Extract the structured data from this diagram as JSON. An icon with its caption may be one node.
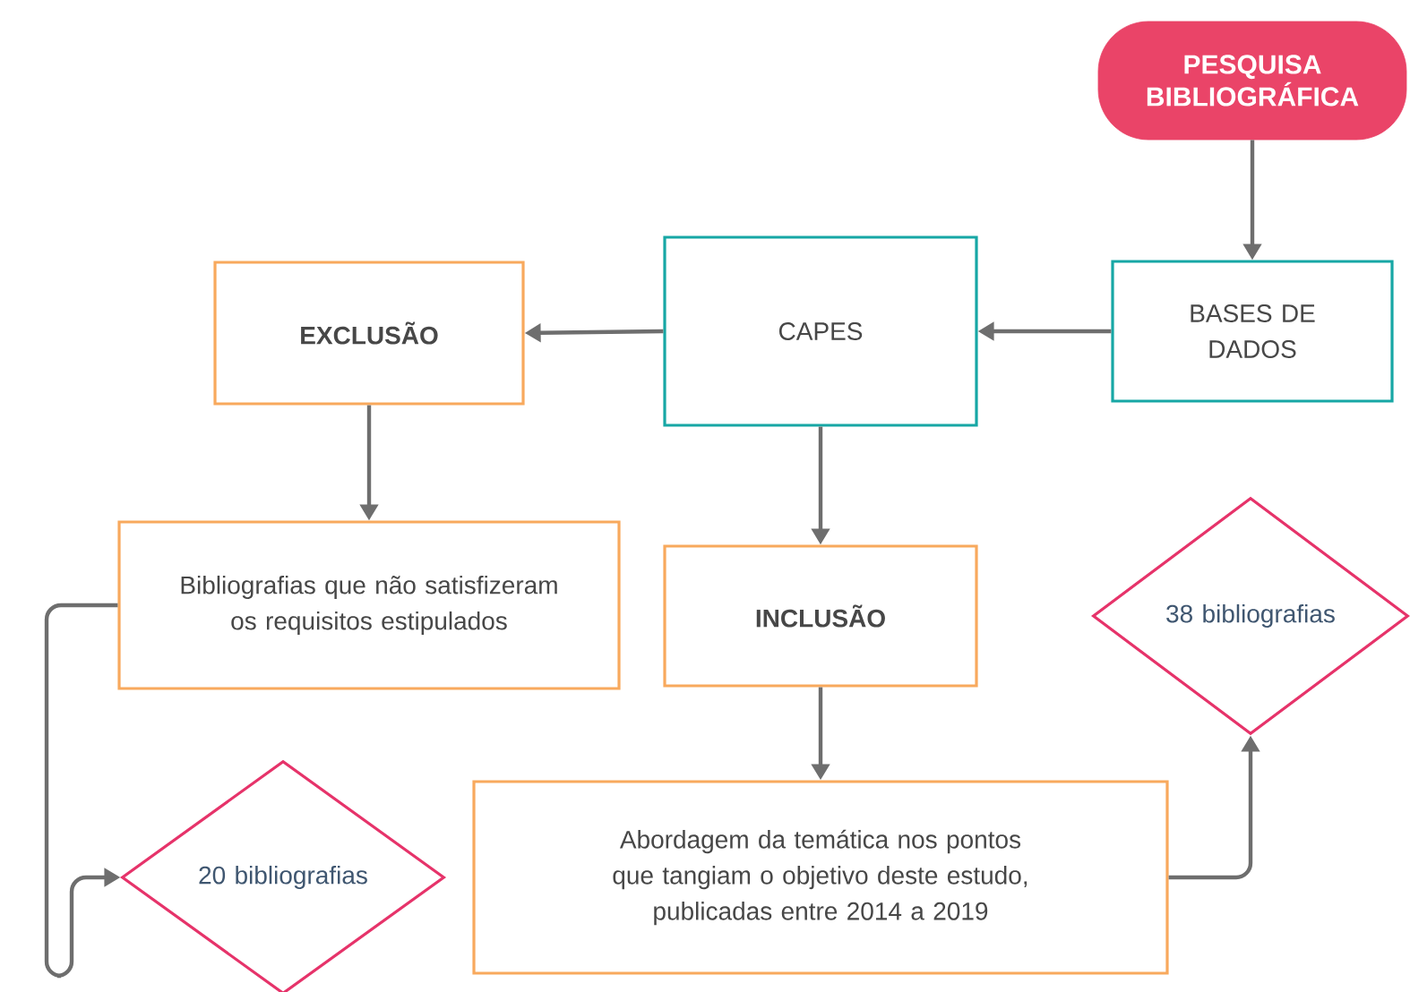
{
  "diagram": {
    "nodes": [
      {
        "text": [
          "PESQUISA BIBLIOGRÁFICA"
        ]
      },
      {
        "text": [
          "BASES DE DADOS"
        ]
      },
      {
        "text": [
          "CAPES"
        ]
      },
      {
        "text": [
          "EXCLUSÃO"
        ]
      },
      {
        "text": [
          "Bibliografias que não satisfizeram os requisitos estipulados"
        ]
      },
      {
        "text": [
          "INCLUSÃO"
        ]
      },
      {
        "text": [
          "Abordagem da temática nos pontos que tangiam o objetivo deste estudo, publicadas entre 2014 a 2019"
        ]
      },
      {
        "text": [
          "38 bibliografias"
        ]
      },
      {
        "text": [
          "20 bibliografias"
        ]
      }
    ],
    "edges": [
      {
        "from": 0,
        "to": 1,
        "arrow": "to"
      },
      {
        "from": 1,
        "to": 2,
        "arrow": "to"
      },
      {
        "from": 2,
        "to": 3,
        "arrow": "to"
      },
      {
        "from": 3,
        "to": 4,
        "arrow": "to"
      },
      {
        "from": 2,
        "to": 5,
        "arrow": "to"
      },
      {
        "from": 5,
        "to": 6,
        "arrow": "to"
      },
      {
        "from": 6,
        "to": 7,
        "arrow": "to"
      },
      {
        "from": 4,
        "to": 8,
        "arrow": "to"
      }
    ]
  }
}
